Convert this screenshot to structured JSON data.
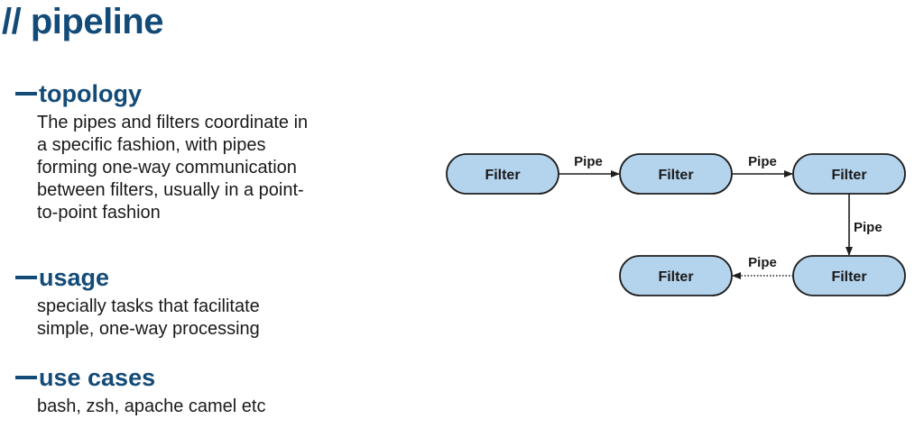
{
  "title": "// pipeline",
  "sections": {
    "topology": {
      "heading": "topology",
      "lines": [
        "The pipes and filters coordinate in",
        "a specific fashion, with pipes",
        "forming one-way communication",
        "between filters, usually in a point-",
        "to-point fashion"
      ]
    },
    "usage": {
      "heading": "usage",
      "lines": [
        "specially tasks that facilitate",
        "simple, one-way processing"
      ]
    },
    "use_cases": {
      "heading": "use cases",
      "lines": [
        "bash, zsh, apache camel etc"
      ]
    }
  },
  "diagram": {
    "colors": {
      "node_fill": "#b4d3ec",
      "node_stroke": "#1e1e1e",
      "arrow": "#1e1e1e"
    },
    "nodes": [
      {
        "id": "filter-1",
        "label": "Filter"
      },
      {
        "id": "filter-2",
        "label": "Filter"
      },
      {
        "id": "filter-3",
        "label": "Filter"
      },
      {
        "id": "filter-4",
        "label": "Filter"
      },
      {
        "id": "filter-5",
        "label": "Filter"
      }
    ],
    "edges": [
      {
        "from": "filter-1",
        "to": "filter-2",
        "label": "Pipe",
        "style": "solid"
      },
      {
        "from": "filter-2",
        "to": "filter-3",
        "label": "Pipe",
        "style": "solid"
      },
      {
        "from": "filter-3",
        "to": "filter-4",
        "label": "Pipe",
        "style": "solid"
      },
      {
        "from": "filter-4",
        "to": "filter-5",
        "label": "Pipe",
        "style": "dotted"
      }
    ]
  }
}
